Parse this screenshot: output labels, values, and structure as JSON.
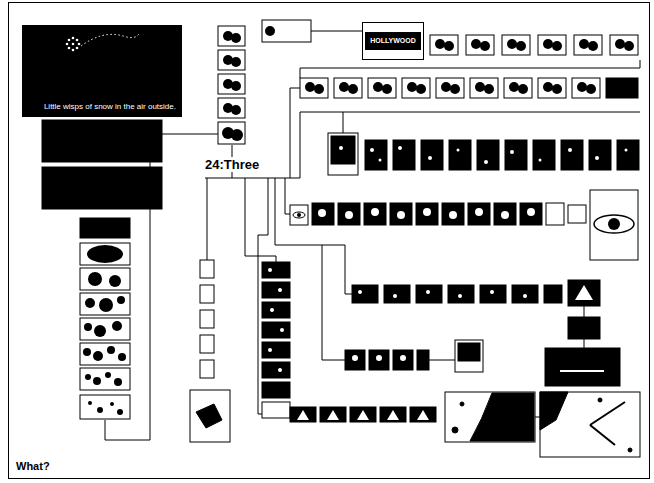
{
  "diagram": {
    "nodes": [
      {
        "text": [
          "Little wisps of snow in the air outside."
        ]
      },
      {
        "text": [
          "HOLLYWOOD"
        ]
      }
    ],
    "labels": [
      "24:Three",
      "What?"
    ]
  }
}
